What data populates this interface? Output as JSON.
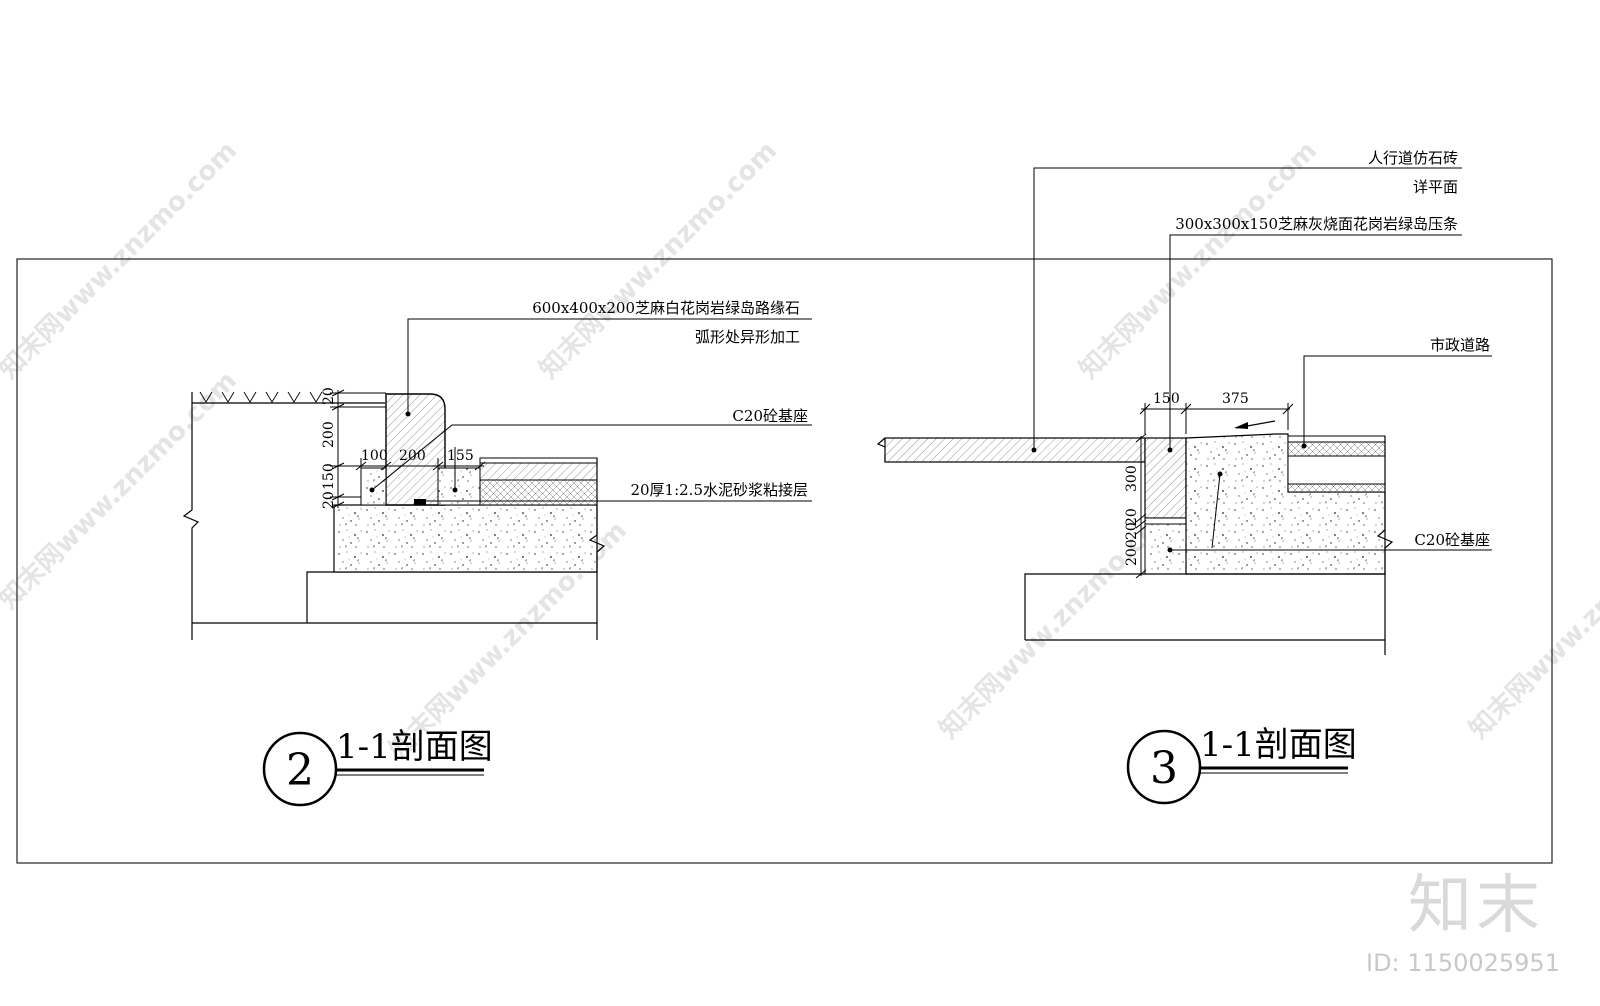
{
  "watermark": {
    "text": "知末网www.znzmo.com",
    "brand": "知末",
    "id_text": "ID: 1150025951"
  },
  "section2": {
    "symbol": "2",
    "title": "1-1剖面图",
    "labels": {
      "curb": "600x400x200芝麻白花岗岩绿岛路缘石",
      "curb_note": "弧形处异形加工",
      "base": "C20砼基座",
      "mortar": "20厚1:2.5水泥砂浆粘接层"
    },
    "dims": {
      "top": "20",
      "curb_height": "200",
      "base_height": "150",
      "mortar": "20",
      "w1": "100",
      "w2": "200",
      "w3": "155"
    }
  },
  "section3": {
    "symbol": "3",
    "title": "1-1剖面图",
    "labels": {
      "paving": "人行道仿石砖",
      "paving_note": "详平面",
      "edge": "300x300x150芝麻灰烧面花岗岩绿岛压条",
      "road": "市政道路",
      "base": "C20砼基座"
    },
    "dims": {
      "w1": "150",
      "w2": "375",
      "h1": "300",
      "h2": "20",
      "h3": "20",
      "h4": "200"
    }
  }
}
